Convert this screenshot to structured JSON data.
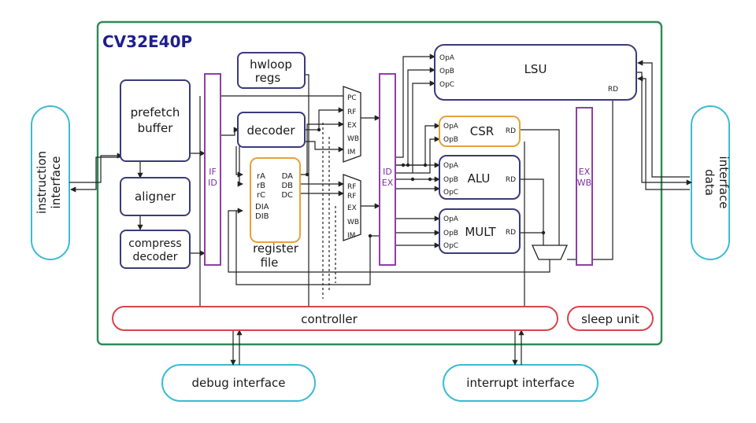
{
  "title": "CV32E40P",
  "blocks": {
    "prefetch_buffer": [
      "prefetch",
      "buffer"
    ],
    "aligner": "aligner",
    "compress_decoder": [
      "compress",
      "decoder"
    ],
    "hwloop_regs": [
      "hwloop",
      "regs"
    ],
    "decoder": "decoder",
    "register_file": [
      "register",
      "file"
    ],
    "lsu": "LSU",
    "csr": "CSR",
    "alu": "ALU",
    "mult": "MULT",
    "controller": "controller",
    "sleep_unit": "sleep unit"
  },
  "pipeline_regs": {
    "if_id": [
      "IF",
      "ID"
    ],
    "id_ex": [
      "ID",
      "EX"
    ],
    "ex_wb": [
      "EX",
      "WB"
    ]
  },
  "interfaces": {
    "instruction": [
      "instruction",
      "interface"
    ],
    "data": [
      "data",
      "interface"
    ],
    "debug": "debug interface",
    "interrupt": "interrupt interface"
  },
  "ports": {
    "rf_read": [
      "rA",
      "rB",
      "rC"
    ],
    "rf_write": [
      "DIA",
      "DIB"
    ],
    "rf_out": [
      "DA",
      "DB",
      "DC"
    ],
    "mux1": [
      "PC",
      "RF",
      "EX",
      "WB",
      "IM"
    ],
    "mux2": [
      "RF",
      "RF",
      "EX",
      "WB",
      "IM"
    ],
    "operands3": [
      "OpA",
      "OpB",
      "OpC"
    ],
    "operands2": [
      "OpA",
      "OpB"
    ],
    "rd": "RD"
  },
  "colors": {
    "core_border": "#2e8b57",
    "title": "#1f1f8f",
    "unit_border": "#3b3b7a",
    "pipeline_border": "#8e3fa8",
    "pipeline_text": "#7a2e9a",
    "regfile_border": "#e8a23a",
    "controller_border": "#d9434a",
    "interface_border": "#3bbcd0"
  }
}
